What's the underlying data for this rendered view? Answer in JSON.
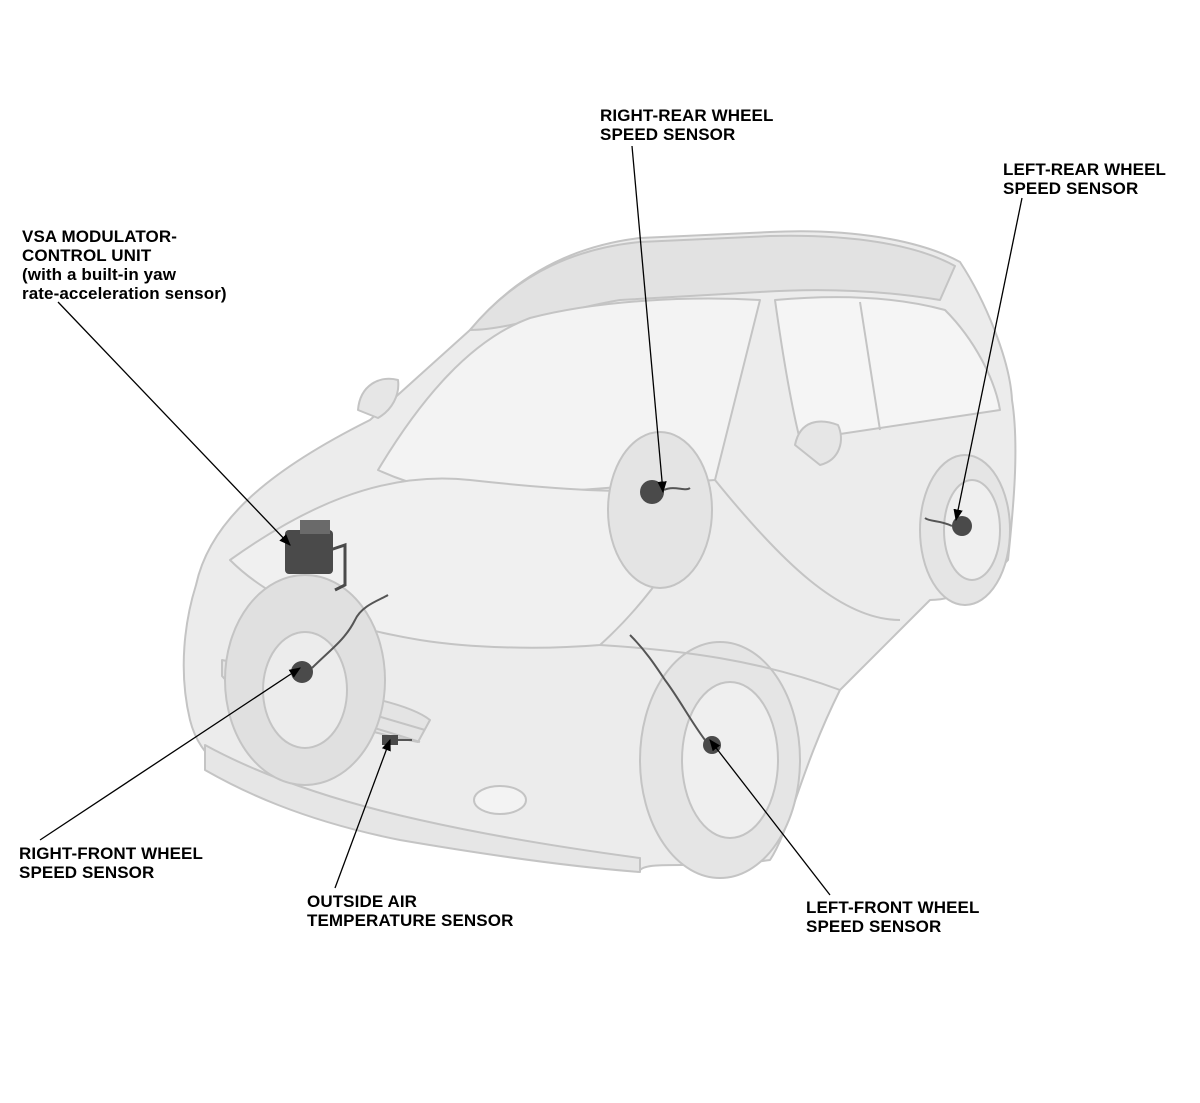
{
  "labels": {
    "right_rear": [
      "RIGHT-REAR WHEEL",
      "SPEED SENSOR"
    ],
    "left_rear": [
      "LEFT-REAR WHEEL",
      "SPEED SENSOR"
    ],
    "vsa": [
      "VSA MODULATOR-",
      "CONTROL UNIT",
      "(with a built-in yaw",
      "rate-acceleration sensor)"
    ],
    "right_front": [
      "RIGHT-FRONT WHEEL",
      "SPEED SENSOR"
    ],
    "outside_air": [
      "OUTSIDE AIR",
      "TEMPERATURE SENSOR"
    ],
    "left_front": [
      "LEFT-FRONT WHEEL",
      "SPEED SENSOR"
    ]
  },
  "colors": {
    "body_fill": "#ededed",
    "body_stroke": "#c2c2c2",
    "component": "#4a4a4a",
    "leader": "#000000"
  }
}
